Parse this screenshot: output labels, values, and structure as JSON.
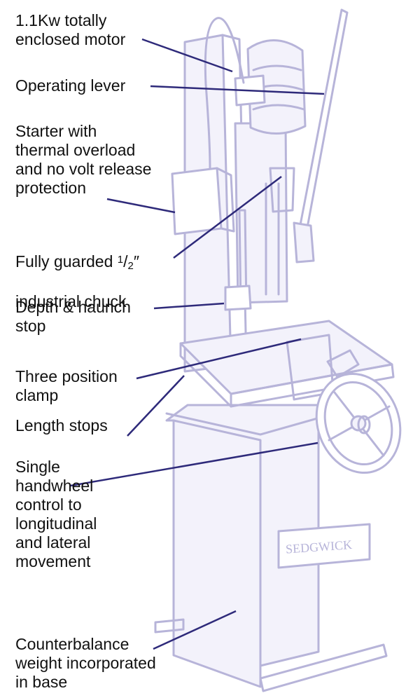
{
  "colors": {
    "machine": "#b7b4d9",
    "machine_fill": "#f3f2fb",
    "leader": "#2e2a7a",
    "text": "#111111"
  },
  "labels": {
    "motor": "1.1Kw totally\nenclosed motor",
    "lever": "Operating lever",
    "starter": "Starter with\nthermal overload\nand no volt release\nprotection",
    "chuck_line1_prefix": "Fully guarded ",
    "chuck_fraction_num": "1",
    "chuck_fraction_slash": "/",
    "chuck_fraction_den": "2",
    "chuck_inch": "″",
    "chuck_line2": "industrial chuck",
    "depth": "Depth & haunch\nstop",
    "clamp": "Three position\nclamp",
    "length": "Length stops",
    "handwheel": "Single\nhandwheel\ncontrol to\nlongitudinal\nand lateral\nmovement",
    "counterbalance": "Counterbalance\nweight incorporated\nin base"
  },
  "nameplate": {
    "brand": "SEDGWICK"
  }
}
